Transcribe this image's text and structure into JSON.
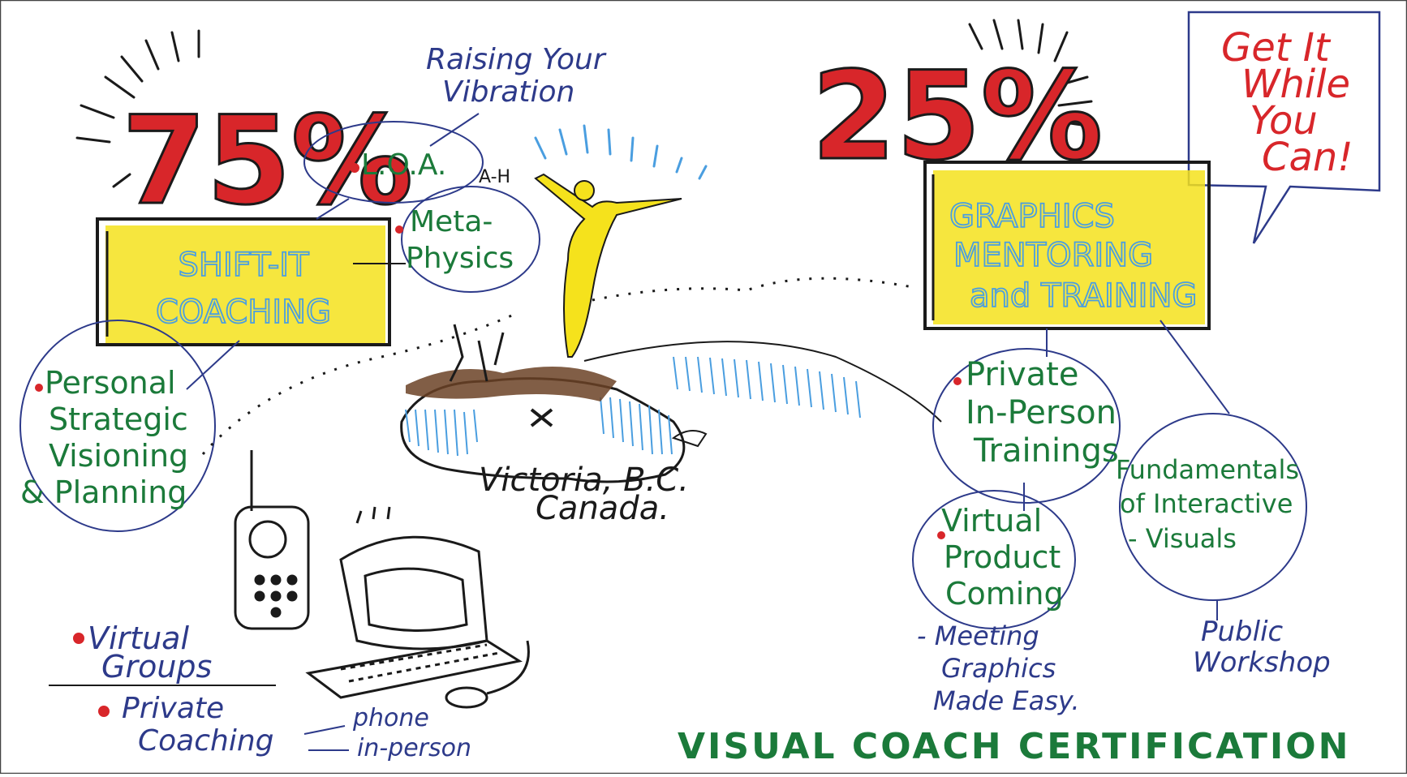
{
  "left": {
    "percent": "75%",
    "box_line1": "SHIFT-IT",
    "box_line2": "COACHING",
    "loa": "L.O.A.",
    "raising_line1": "Raising Your",
    "raising_line2": "Vibration",
    "ah": "A-H",
    "meta_line1": "Meta-",
    "meta_line2": "Physics",
    "personal_line1": "Personal",
    "personal_line2": "Strategic",
    "personal_line3": "Visioning",
    "personal_line4": "& Planning",
    "virtual_groups_line1": "Virtual",
    "virtual_groups_line2": "Groups",
    "private_coaching_line1": "Private",
    "private_coaching_line2": "Coaching",
    "phone": "phone",
    "in_person": "in-person"
  },
  "center": {
    "location_line1": "Victoria, B.C.",
    "location_line2": "Canada."
  },
  "right": {
    "percent": "25%",
    "callout_line1": "Get It",
    "callout_line2": "While",
    "callout_line3": "You",
    "callout_line4": "Can!",
    "box_line1": "GRAPHICS",
    "box_line2": "MENTORING",
    "box_line3": "and TRAINING",
    "private_line1": "Private",
    "private_line2": "In-Person",
    "private_line3": "Trainings",
    "virtual_line1": "Virtual",
    "virtual_line2": "Product",
    "virtual_line3": "Coming",
    "meeting_line1": "- Meeting",
    "meeting_line2": "Graphics",
    "meeting_line3": "Made Easy.",
    "fund_line1": "Fundamentals",
    "fund_line2": "of Interactive",
    "fund_line3": "- Visuals",
    "public_line1": "Public",
    "public_line2": "Workshop"
  },
  "footer": "VISUAL COACH CERTIFICATION",
  "colors": {
    "red": "#d8262a",
    "blue_text": "#2d3a8a",
    "light_blue": "#4a9ee0",
    "green": "#1b7a3a",
    "yellow": "#f5e21c",
    "black": "#1a1a1a"
  }
}
